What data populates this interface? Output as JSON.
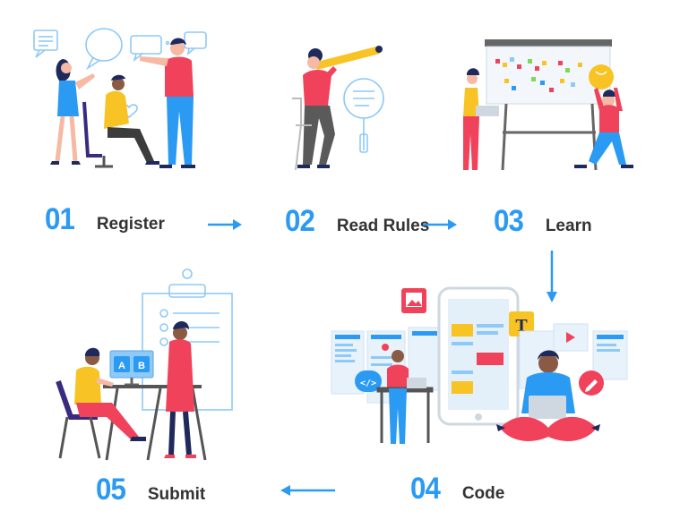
{
  "colors": {
    "accent": "#2b9af3",
    "text": "#333333",
    "red": "#f0425a",
    "yellow": "#f7c325",
    "navy": "#1f2a5c",
    "lightblue": "#8ec9f7"
  },
  "steps": [
    {
      "number": "01",
      "label": "Register"
    },
    {
      "number": "02",
      "label": "Read Rules"
    },
    {
      "number": "03",
      "label": "Learn"
    },
    {
      "number": "04",
      "label": "Code"
    },
    {
      "number": "05",
      "label": "Submit"
    }
  ],
  "illustrations": {
    "code_tile_text": "T",
    "code_badge_text": "</>",
    "submit_screen_a": "A",
    "submit_screen_b": "B"
  }
}
